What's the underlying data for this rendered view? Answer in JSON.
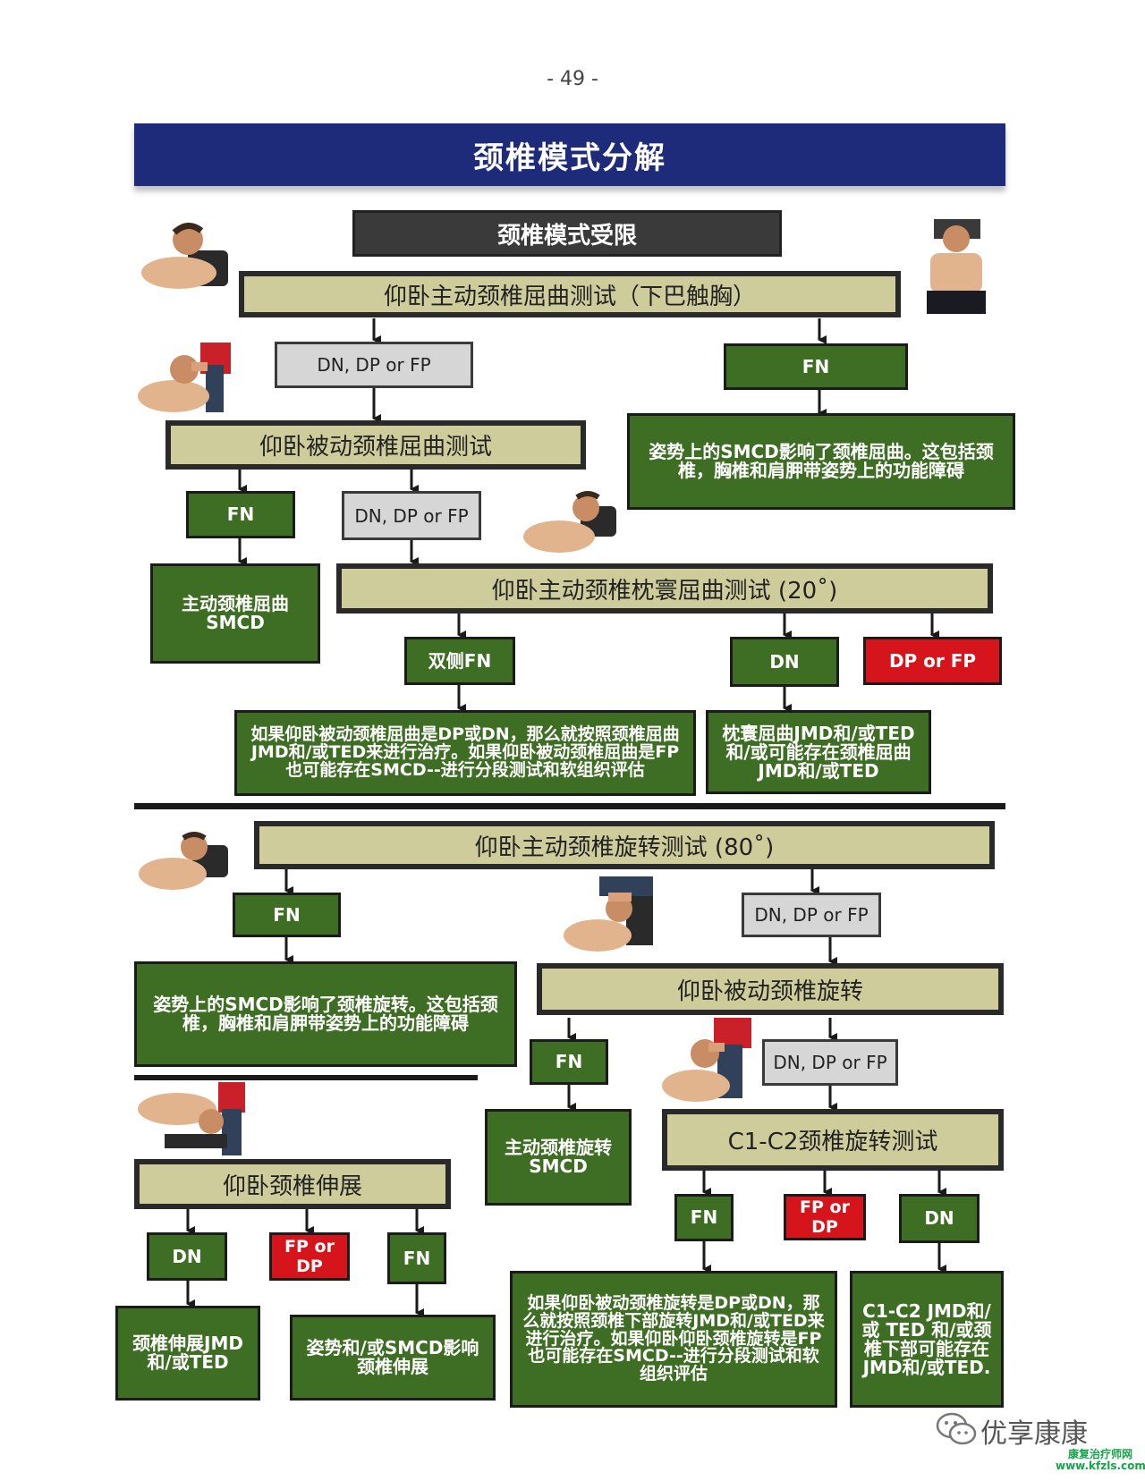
{
  "page_number": "- 49 -",
  "title": "颈椎模式分解",
  "header_box": "颈椎模式受限",
  "tests": {
    "active_flexion": "仰卧主动颈椎屈曲测试（下巴触胸）",
    "passive_flexion": "仰卧被动颈椎屈曲测试",
    "occipital_flexion": "仰卧主动颈椎枕寰屈曲测试 (20˚)",
    "active_rotation": "仰卧主动颈椎旋转测试 (80˚)",
    "passive_rotation": "仰卧被动颈椎旋转",
    "c1c2_rotation": "C1-C2颈椎旋转测试",
    "extension": "仰卧颈椎伸展"
  },
  "labels": {
    "dn_dp_fp": "DN, DP or FP",
    "fn": "FN",
    "dn": "DN",
    "dp_or_fp": "DP or FP",
    "fp_or_dp": "FP or DP",
    "bilateral_fn": "双侧FN"
  },
  "outcomes": {
    "posture_flexion": "姿势上的SMCD影响了颈椎屈曲。这包括颈椎，胸椎和肩胛带姿势上的功能障碍",
    "active_flexion_smcd": "主动颈椎屈曲\nSMCD",
    "treat_flexion": "如果仰卧被动颈椎屈曲是DP或DN，那么就按照颈椎屈曲JMD和/或TED来进行治疗。如果仰卧被动颈椎屈曲是FP也可能存在SMCD--进行分段测试和软组织评估",
    "occipital_jmd": "枕寰屈曲JMD和/或TED和/或可能存在颈椎屈曲JMD和/或TED",
    "posture_rotation": "姿势上的SMCD影响了颈椎旋转。这包括颈椎，胸椎和肩胛带姿势上的功能障碍",
    "active_rotation_smcd": "主动颈椎旋转\nSMCD",
    "treat_rotation": "如果仰卧被动颈椎旋转是DP或DN，那么就按照颈椎下部旋转JMD和/或TED来进行治疗。如果仰卧仰卧颈椎旋转是FP也可能存在SMCD--进行分段测试和软组织评估",
    "c1c2_jmd": "C1-C2 JMD和/或 TED 和/或颈椎下部可能存在JMD和/或TED.",
    "extension_jmd": "颈椎伸展JMD和/或TED",
    "posture_extension": "姿势和/或SMCD影响颈椎伸展"
  },
  "watermark": {
    "brand": "优享康康",
    "site_name": "康复治疗师网",
    "site_url": "www.kfzls.com"
  },
  "colors": {
    "banner": "#1e2a7a",
    "test_box": "#cfcc9c",
    "outcome_green": "#3e6e24",
    "grey_box": "#d6d6d6",
    "red_box": "#d6141c"
  }
}
